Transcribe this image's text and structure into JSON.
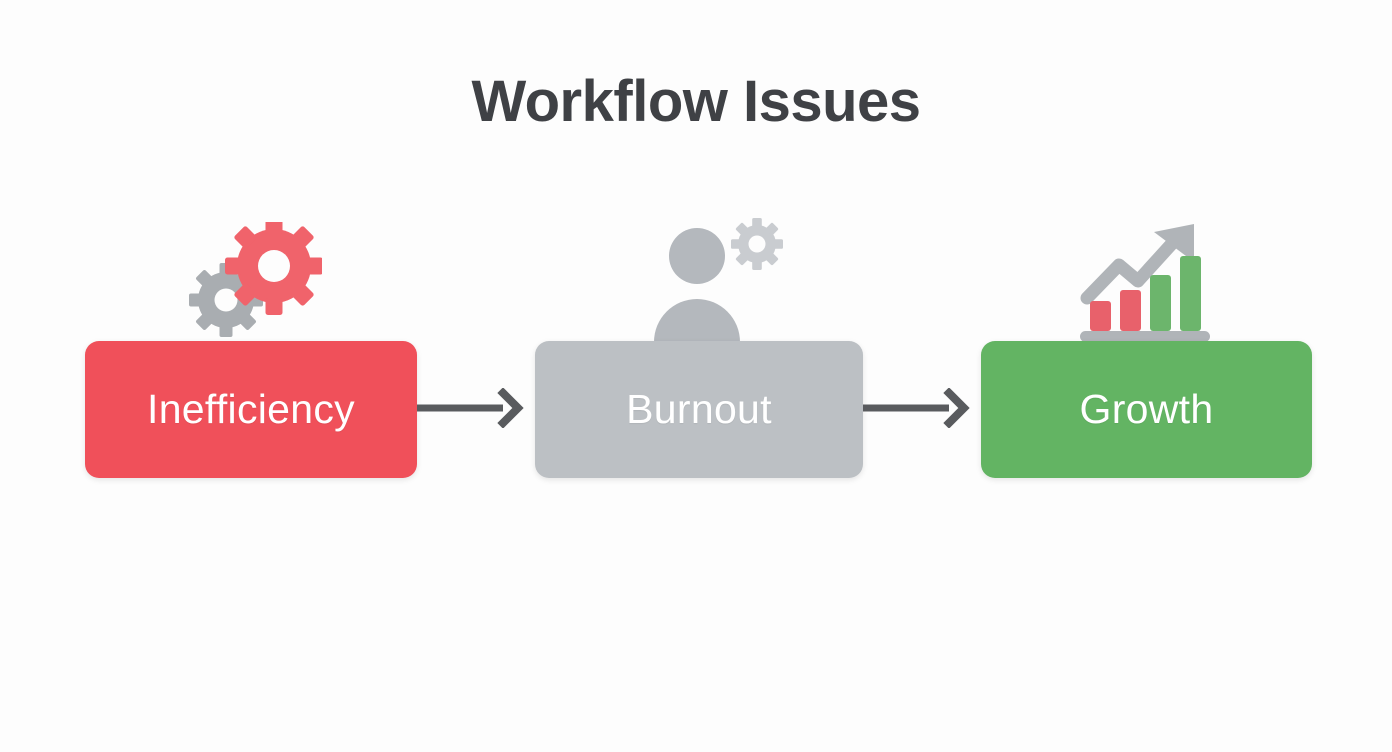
{
  "page": {
    "title": "Workflow Issues",
    "background_color": "#fdfdfd",
    "title_color": "#3f4145"
  },
  "diagram": {
    "type": "horizontal-flow",
    "nodes": [
      {
        "id": "inefficiency",
        "label": "Inefficiency",
        "color": "#f0505a",
        "text_color": "#ffffff",
        "icon": "gears-icon"
      },
      {
        "id": "burnout",
        "label": "Burnout",
        "color": "#bcc0c4",
        "text_color": "#ffffff",
        "icon": "person-with-gear-icon"
      },
      {
        "id": "growth",
        "label": "Growth",
        "color": "#63b463",
        "text_color": "#ffffff",
        "icon": "growth-bar-chart-icon"
      }
    ],
    "connectors": [
      {
        "id": "arrow-1",
        "from": "inefficiency",
        "to": "burnout",
        "color": "#595b5e"
      },
      {
        "id": "arrow-2",
        "from": "burnout",
        "to": "growth",
        "color": "#595b5e"
      }
    ],
    "icon_colors": {
      "gear_large": "#f0636b",
      "gear_small": "#a9adb1",
      "person": "#b4b8bd",
      "person_gear": "#c9ccd0",
      "chart_arrow": "#b0b4b8",
      "chart_bar_red": "#e8616b",
      "chart_bar_green": "#6cb56c",
      "chart_base": "#b0b4b8"
    }
  }
}
